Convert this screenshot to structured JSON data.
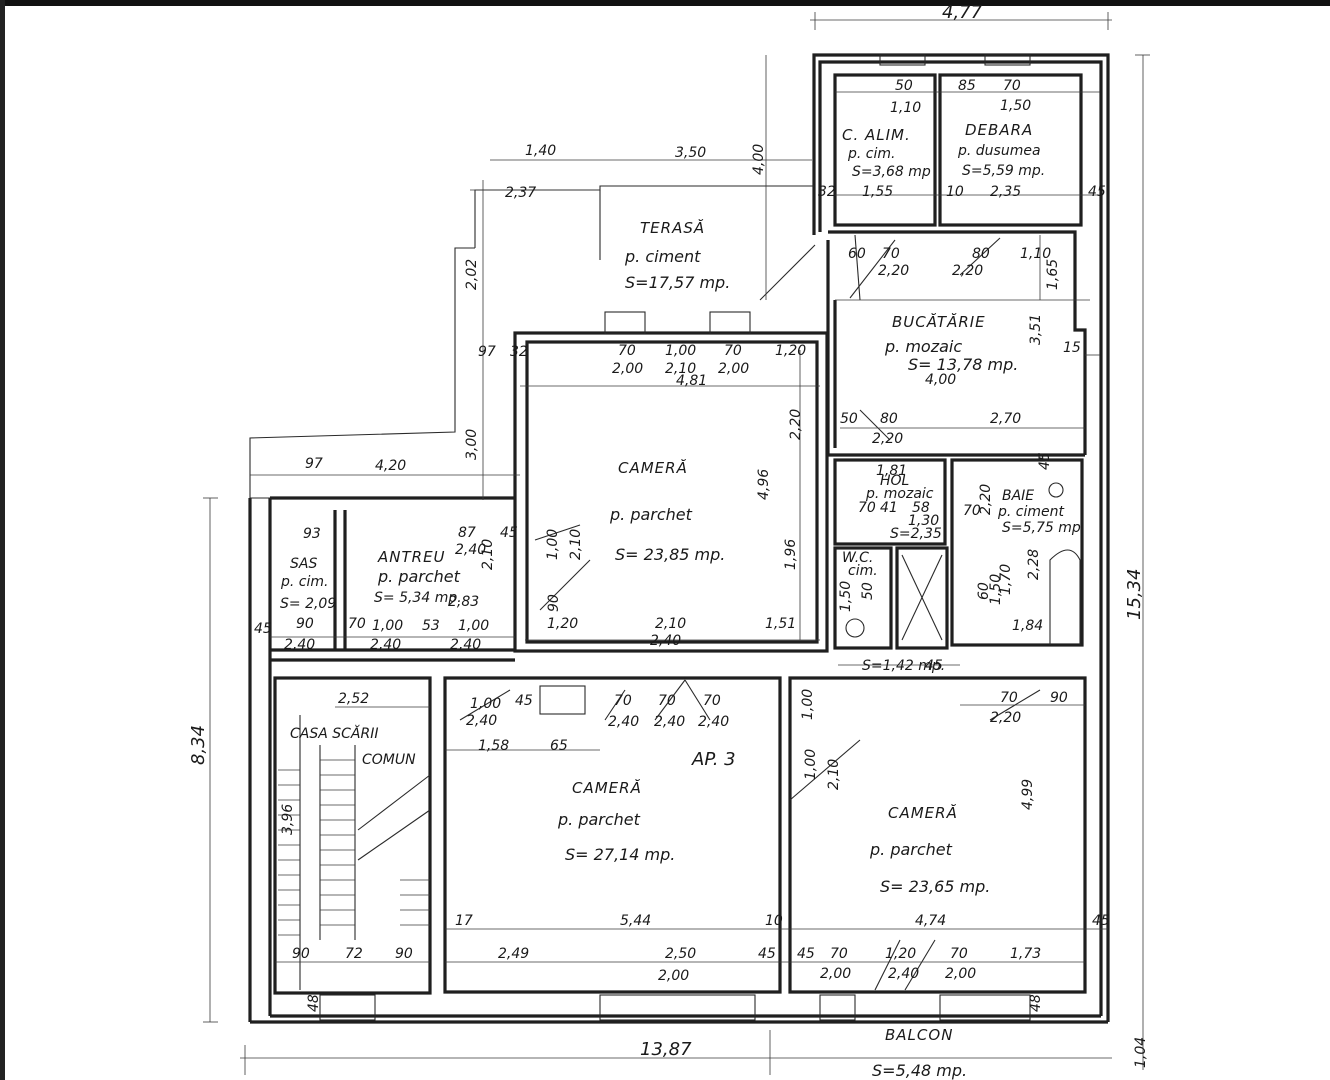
{
  "apartment": "AP. 3",
  "overall": {
    "top_width": "4,77",
    "left_height": "8,34",
    "right_height": "15,34",
    "bottom_width": "13,87",
    "balcony_depth": "1,04"
  },
  "rooms": {
    "c_alim": {
      "name": "C. ALIM.",
      "floor": "p. cim.",
      "area": "S=3,68 mp"
    },
    "debara": {
      "name": "DEBARA",
      "floor": "p. dusumea",
      "area": "S=5,59 mp."
    },
    "terasa": {
      "name": "TERASĂ",
      "floor": "p. ciment",
      "area": "S=17,57 mp."
    },
    "bucatarie": {
      "name": "BUCĂTĂRIE",
      "floor": "p. mozaic",
      "area": "S= 13,78 mp."
    },
    "camera_mid": {
      "name": "CAMERĂ",
      "floor": "p. parchet",
      "area": "S= 23,85 mp."
    },
    "antreu": {
      "name": "ANTREU",
      "floor": "p. parchet",
      "area": "S= 5,34 mp."
    },
    "sas": {
      "name": "SAS",
      "floor": "p. cim.",
      "area": "S= 2,09"
    },
    "hol": {
      "name": "HOL",
      "floor": "p. mozaic",
      "area": "S=2,35"
    },
    "baie": {
      "name": "BAIE",
      "floor": "p. ciment",
      "area": "S=5,75 mp"
    },
    "wc": {
      "name": "W.C.",
      "floor": "cim.",
      "area": "S=1,42 mp."
    },
    "casa_scarii": {
      "name": "CASA SCĂRII",
      "sub": "COMUN"
    },
    "camera_left": {
      "name": "CAMERĂ",
      "floor": "p. parchet",
      "area": "S= 27,14 mp."
    },
    "camera_right": {
      "name": "CAMERĂ",
      "floor": "p. parchet",
      "area": "S= 23,65 mp."
    },
    "balcon": {
      "name": "BALCON",
      "area": "S=5,48 mp."
    }
  },
  "dims": {
    "d_140": "1,40",
    "d_350": "3,50",
    "d_400": "4,00",
    "d_237": "2,37",
    "d_202": "2,02",
    "d_300": "3,00",
    "d_420": "4,20",
    "d_97a": "97",
    "d_97b": "97",
    "d_32": "32",
    "d_50a": "50",
    "d_110a": "1,10",
    "d_155": "1,55",
    "d_85": "85",
    "d_70a": "70",
    "d_150": "1,50",
    "d_235": "2,35",
    "d_45a": "45",
    "d_10a": "10",
    "d_32b": "32",
    "d_60": "60",
    "d_70b": "70",
    "d_220a": "2,20",
    "d_80a": "80",
    "d_110b": "1,10",
    "d_220b": "2,20",
    "d_165": "1,65",
    "d_351": "3,51",
    "d_15": "15",
    "d_400b": "4,00",
    "d_50b": "50",
    "d_80b": "80",
    "d_270": "2,70",
    "d_220c": "2,20",
    "d_70c": "70",
    "d_100a": "1,00",
    "d_70d": "70",
    "d_120a": "1,20",
    "d_200a": "2,00",
    "d_210a": "2,10",
    "d_200b": "2,00",
    "d_481": "4,81",
    "d_220d": "2,20",
    "d_496": "4,96",
    "d_196": "1,96",
    "d_120b": "1,20",
    "d_210b": "2,10",
    "d_240a": "2,40",
    "d_151": "1,51",
    "d_100b": "1,00",
    "d_210c": "2,10",
    "d_90a": "90",
    "d_87": "87",
    "d_45b": "45",
    "d_240b": "2,40",
    "d_210d": "2,10",
    "d_283": "2,83",
    "d_93": "93",
    "d_45c": "45",
    "d_90b": "90",
    "d_240c": "2,40",
    "d_70e": "70",
    "d_100c": "1,00",
    "d_53": "53",
    "d_100d": "1,00",
    "d_240d": "2,40",
    "d_240e": "2,40",
    "d_181": "1,81",
    "d_70f": "70",
    "d_41": "41",
    "d_58": "58",
    "d_130": "1,30",
    "d_150b": "1,50",
    "d_50c": "50",
    "d_70g": "70",
    "d_220e": "2,20",
    "d_170": "1,70",
    "d_228": "2,28",
    "d_184": "1,84",
    "d_60b": "60",
    "d_150c": "1,50",
    "d_252": "2,52",
    "d_100e": "1,00",
    "d_45d": "45",
    "d_240f": "2,40",
    "d_158": "1,58",
    "d_65": "65",
    "d_70h": "70",
    "d_70i": "70",
    "d_70j": "70",
    "d_240g": "2,40",
    "d_240h": "2,40",
    "d_240i": "2,40",
    "d_100f": "1,00",
    "d_100g": "1,00",
    "d_210e": "2,10",
    "d_70k": "70",
    "d_90c": "90",
    "d_220f": "2,20",
    "d_499": "4,99",
    "d_17": "17",
    "d_544": "5,44",
    "d_10b": "10",
    "d_474": "4,74",
    "d_45e": "45",
    "d_249": "2,49",
    "d_250": "2,50",
    "d_45f": "45",
    "d_200c": "2,00",
    "d_45g": "45",
    "d_70l": "70",
    "d_120c": "1,20",
    "d_70m": "70",
    "d_173": "1,73",
    "d_200d": "2,00",
    "d_240j": "2,40",
    "d_200e": "2,00",
    "d_90d": "90",
    "d_72": "72",
    "d_90e": "90",
    "d_396": "3,96",
    "d_48a": "48",
    "d_48b": "48",
    "d_45h": "45",
    "d_45i": "45"
  }
}
